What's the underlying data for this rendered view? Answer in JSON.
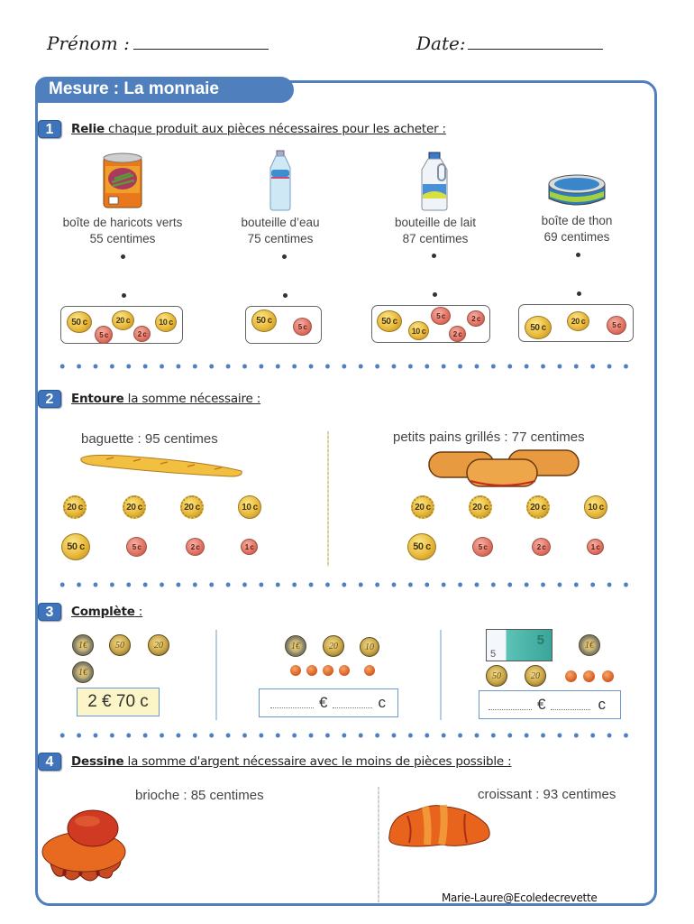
{
  "header": {
    "prenom_label": "Prénom :",
    "date_label": "Date:"
  },
  "title": "Mesure : La monnaie",
  "theme": {
    "frame_color": "#4f7fbd",
    "gold_coin": "#e8b93a",
    "copper_coin": "#e0705f"
  },
  "sections": [
    {
      "number": "1",
      "instruction_bold": "Relie",
      "instruction": " chaque produit aux pièces nécessaires pour les acheter :",
      "products": [
        {
          "name": "boîte de haricots verts",
          "price": "55 centimes",
          "icon": "bean-can-icon"
        },
        {
          "name": "bouteille d’eau",
          "price": "75 centimes",
          "icon": "water-bottle-icon"
        },
        {
          "name": "bouteille de lait",
          "price": "87 centimes",
          "icon": "milk-bottle-icon"
        },
        {
          "name": "boîte de thon",
          "price": "69 centimes",
          "icon": "tuna-can-icon"
        }
      ],
      "coin_groups": [
        {
          "coins": [
            "50 c",
            "5 c",
            "20 c",
            "2 c",
            "10 c"
          ]
        },
        {
          "coins": [
            "50 c",
            "5 c"
          ]
        },
        {
          "coins": [
            "50 c",
            "10 c",
            "5 c",
            "2 c",
            "2 c"
          ]
        },
        {
          "coins": [
            "50 c",
            "20 c",
            "5 c"
          ]
        }
      ]
    },
    {
      "number": "2",
      "instruction_bold": "Entoure",
      "instruction": " la somme nécessaire :",
      "items": [
        {
          "label": "baguette : 95 centimes",
          "icon": "baguette-icon",
          "coins_row1": [
            "20 c",
            "20 c",
            "20 c",
            "10 c"
          ],
          "coins_row2": [
            "50 c",
            "5 c",
            "2 c",
            "1 c"
          ]
        },
        {
          "label": "petits pains grillés : 77 centimes",
          "icon": "toast-icon",
          "coins_row1": [
            "20 c",
            "20 c",
            "20 c",
            "10 c"
          ],
          "coins_row2": [
            "50 c",
            "5 c",
            "2 c",
            "1 c"
          ]
        }
      ]
    },
    {
      "number": "3",
      "instruction_bold": "Complète",
      "instruction": "  :",
      "groups": [
        {
          "money": [
            "1 €",
            "50 c",
            "20 c",
            "1 €"
          ],
          "answer": "2 € 70 c"
        },
        {
          "money": [
            "1 €",
            "20 c",
            "10 c",
            "1 c",
            "1 c",
            "1 c",
            "1 c",
            "1 c"
          ],
          "answer_euro_symbol": "€",
          "answer_cent_symbol": "c"
        },
        {
          "money": [
            "5 € billet",
            "1 €",
            "50 c",
            "20 c",
            "1 c",
            "1 c",
            "1 c"
          ],
          "answer_euro_symbol": "€",
          "answer_cent_symbol": "c"
        }
      ]
    },
    {
      "number": "4",
      "instruction_bold": "Dessine",
      "instruction": "  la somme d'argent nécessaire avec le moins de pièces possible :",
      "items": [
        {
          "label": "brioche : 85 centimes",
          "icon": "brioche-icon"
        },
        {
          "label": "croissant : 93 centimes",
          "icon": "croissant-icon"
        }
      ]
    }
  ],
  "coin_labels": {
    "one_euro": "1€",
    "fifty": "50",
    "twenty": "20",
    "ten": "10",
    "five_banknote": "5"
  },
  "credit": "Marie-Laure@Ecoledecrevette"
}
